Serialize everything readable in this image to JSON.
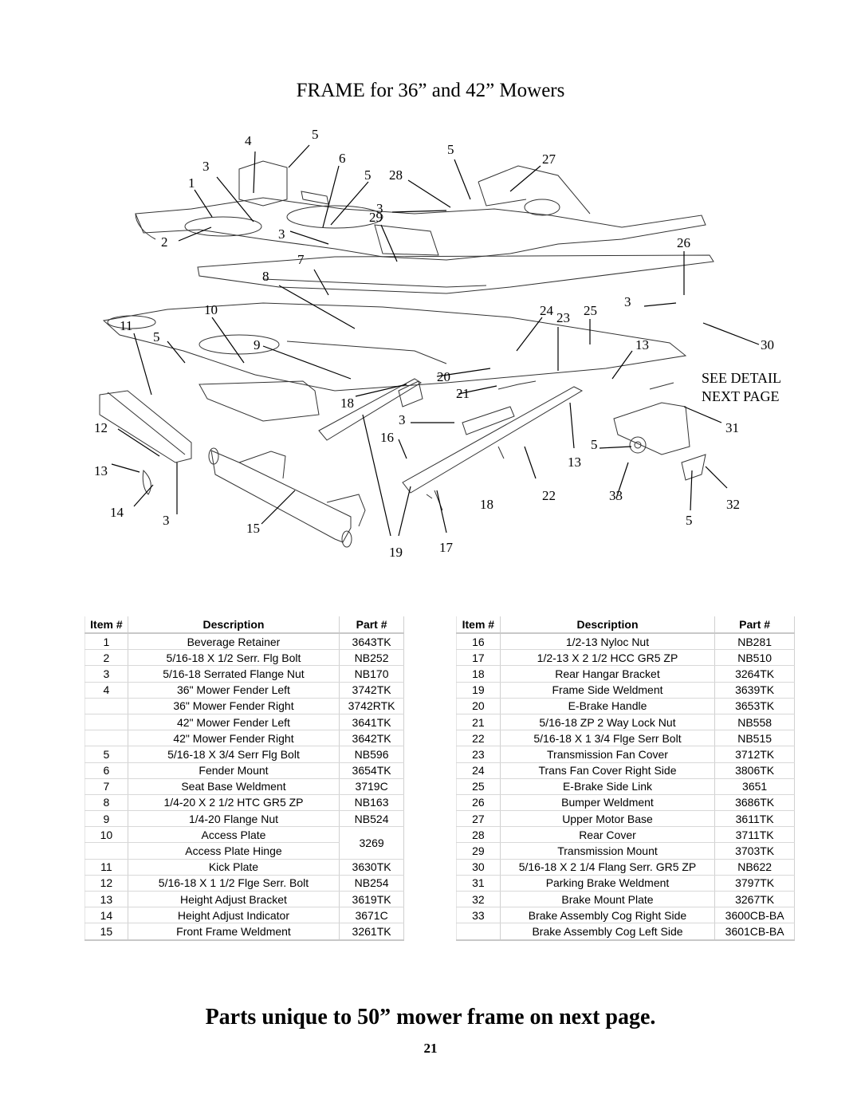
{
  "title": "FRAME for  36” and 42” Mowers",
  "see_detail": [
    "SEE DETAIL",
    "NEXT PAGE"
  ],
  "headers": {
    "item": "Item #",
    "description": "Description",
    "part": "Part #"
  },
  "table_left": [
    {
      "item": "1",
      "desc": "Beverage Retainer",
      "part": "3643TK"
    },
    {
      "item": "2",
      "desc": "5/16-18 X 1/2 Serr. Flg Bolt",
      "part": "NB252"
    },
    {
      "item": "3",
      "desc": "5/16-18 Serrated Flange Nut",
      "part": "NB170"
    },
    {
      "item": "4",
      "desc": "36\" Mower Fender Left",
      "part": "3742TK"
    },
    {
      "item": "",
      "desc": "36\" Mower Fender Right",
      "part": "3742RTK"
    },
    {
      "item": "",
      "desc": "42\" Mower Fender Left",
      "part": "3641TK"
    },
    {
      "item": "",
      "desc": "42\" Mower Fender Right",
      "part": "3642TK"
    },
    {
      "item": "5",
      "desc": "5/16-18 X 3/4 Serr Flg Bolt",
      "part": "NB596"
    },
    {
      "item": "6",
      "desc": "Fender Mount",
      "part": "3654TK"
    },
    {
      "item": "7",
      "desc": "Seat Base Weldment",
      "part": "3719C"
    },
    {
      "item": "8",
      "desc": "1/4-20 X 2 1/2 HTC GR5 ZP",
      "part": "NB163"
    },
    {
      "item": "9",
      "desc": "1/4-20 Flange Nut",
      "part": "NB524"
    },
    {
      "item": "10",
      "desc": "Access Plate",
      "part": "3269"
    },
    {
      "item": "",
      "desc": "Access Plate Hinge",
      "part": ""
    },
    {
      "item": "11",
      "desc": "Kick Plate",
      "part": "3630TK"
    },
    {
      "item": "12",
      "desc": "5/16-18 X 1 1/2 Flge Serr. Bolt",
      "part": "NB254"
    },
    {
      "item": "13",
      "desc": "Height Adjust Bracket",
      "part": "3619TK"
    },
    {
      "item": "14",
      "desc": "Height Adjust Indicator",
      "part": "3671C"
    },
    {
      "item": "15",
      "desc": "Front Frame Weldment",
      "part": "3261TK"
    }
  ],
  "table_right": [
    {
      "item": "16",
      "desc": "1/2-13 Nyloc Nut",
      "part": "NB281"
    },
    {
      "item": "17",
      "desc": "1/2-13 X 2 1/2 HCC GR5 ZP",
      "part": "NB510"
    },
    {
      "item": "18",
      "desc": "Rear Hangar Bracket",
      "part": "3264TK"
    },
    {
      "item": "19",
      "desc": "Frame Side Weldment",
      "part": "3639TK"
    },
    {
      "item": "20",
      "desc": "E-Brake Handle",
      "part": "3653TK"
    },
    {
      "item": "21",
      "desc": "5/16-18 ZP 2 Way Lock Nut",
      "part": "NB558"
    },
    {
      "item": "22",
      "desc": "5/16-18 X 1 3/4 Flge Serr Bolt",
      "part": "NB515"
    },
    {
      "item": "23",
      "desc": "Transmission Fan Cover",
      "part": "3712TK"
    },
    {
      "item": "24",
      "desc": "Trans Fan Cover Right Side",
      "part": "3806TK"
    },
    {
      "item": "25",
      "desc": "E-Brake Side Link",
      "part": "3651"
    },
    {
      "item": "26",
      "desc": "Bumper Weldment",
      "part": "3686TK"
    },
    {
      "item": "27",
      "desc": "Upper Motor Base",
      "part": "3611TK"
    },
    {
      "item": "28",
      "desc": "Rear Cover",
      "part": "3711TK"
    },
    {
      "item": "29",
      "desc": "Transmission Mount",
      "part": "3703TK"
    },
    {
      "item": "30",
      "desc": "5/16-18 X 2 1/4 Flang Serr. GR5 ZP",
      "part": "NB622"
    },
    {
      "item": "31",
      "desc": "Parking Brake Weldment",
      "part": "3797TK"
    },
    {
      "item": "32",
      "desc": "Brake Mount Plate",
      "part": "3267TK"
    },
    {
      "item": "33",
      "desc": "Brake Assembly Cog Right Side",
      "part": "3600CB-BA"
    },
    {
      "item": "",
      "desc": "Brake Assembly Cog Left Side",
      "part": "3601CB-BA"
    }
  ],
  "callouts": [
    "4",
    "5",
    "3",
    "6",
    "5",
    "27",
    "1",
    "5",
    "28",
    "3",
    "29",
    "2",
    "3",
    "26",
    "7",
    "8",
    "3",
    "10",
    "24",
    "23",
    "25",
    "11",
    "5",
    "9",
    "13",
    "30",
    "20",
    "21",
    "18",
    "3",
    "16",
    "12",
    "31",
    "5",
    "13",
    "13",
    "14",
    "3",
    "22",
    "33",
    "18",
    "32",
    "15",
    "5",
    "17",
    "19"
  ],
  "footer": "Parts unique to 50” mower frame on next page.",
  "page_number": "21"
}
